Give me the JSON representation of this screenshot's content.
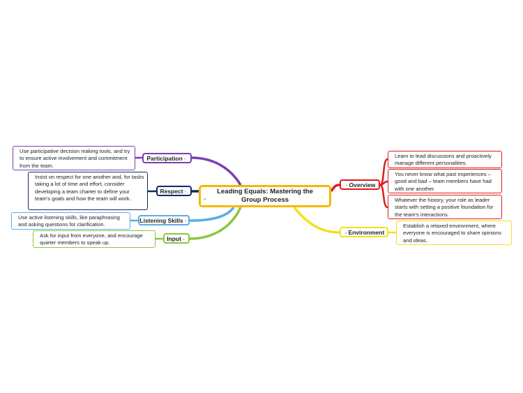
{
  "central": {
    "title": "Leading Equals: Mastering the Group Process",
    "toggle": "-"
  },
  "branches": [
    {
      "label": "Participation",
      "toggle": "-",
      "color": "#7b3fb5",
      "notes": [
        "Use participative decision making tools, and try to ensure active involvement and commitment from the team."
      ]
    },
    {
      "label": "Respect",
      "toggle": "-",
      "color": "#0d2a66",
      "notes": [
        "Insist on respect for one another and, for tasks taking a lot of time and effort, consider developing a team charter to define your team's goals and how the team will work."
      ]
    },
    {
      "label": "Listening Skills",
      "toggle": "-",
      "color": "#5aaee8",
      "notes": [
        "Use active listening skills, like paraphrasing and asking questions for clarification."
      ]
    },
    {
      "label": "Input",
      "toggle": "-",
      "color": "#8cc63f",
      "notes": [
        "Ask for input from everyone, and encourage quieter members to speak up."
      ]
    },
    {
      "label": "Overview",
      "toggle": "-",
      "color": "#e01b1b",
      "notes": [
        "Learn to lead discussions and proactively manage different personalities.",
        "You never know what past experiences – good and bad – team members have had with one another.",
        "Whatever the history, your role as leader starts with setting a positive foundation for the team's interactions."
      ]
    },
    {
      "label": "Environment",
      "toggle": "-",
      "color": "#f2e21c",
      "notes": [
        "Establish a relaxed environment, where everyone is encouraged to share opinions and ideas."
      ]
    }
  ]
}
